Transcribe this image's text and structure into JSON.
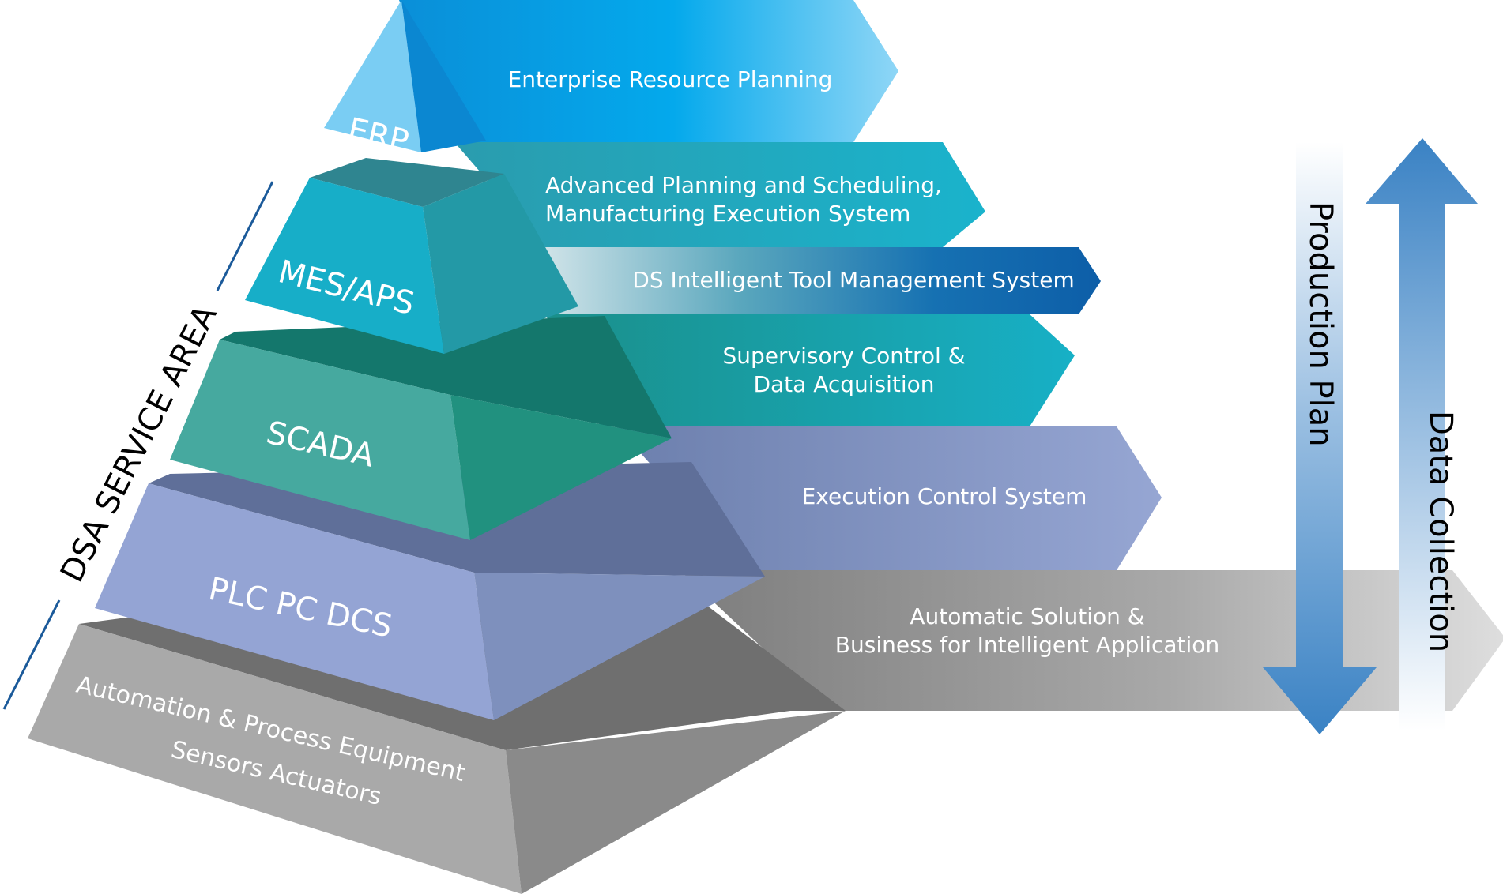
{
  "diagram": {
    "side_label": "DSA SERVICE AREA",
    "arrows": {
      "down_label": "Production Plan",
      "up_label": "Data Collection"
    },
    "tiers": {
      "erp": "ERP",
      "mes": "MES/APS",
      "scada": "SCADA",
      "plc": "PLC PC DCS",
      "base_line1": "Automation & Process Equipment",
      "base_line2": "Sensors Actuators"
    },
    "banners": {
      "erp": "Enterprise Resource Planning",
      "aps_line1": "Advanced Planning and Scheduling,",
      "aps_line2": "Manufacturing Execution System",
      "ds": "DS Intelligent Tool Management System",
      "scada_line1": "Supervisory Control &",
      "scada_line2": "Data Acquisition",
      "ecs": "Execution Control System",
      "auto_line1": "Automatic Solution &",
      "auto_line2": "Business for Intelligent Application"
    },
    "colors": {
      "erp": "#00a8ec",
      "mes": "#1aabc4",
      "scada": "#2a9d8f",
      "plc": "#8f9fd0",
      "base": "#a8a8a8",
      "ds_tool": "#1560a8",
      "vertical_arrows": "#3f86c6",
      "side_line": "#1b5a9a"
    }
  }
}
